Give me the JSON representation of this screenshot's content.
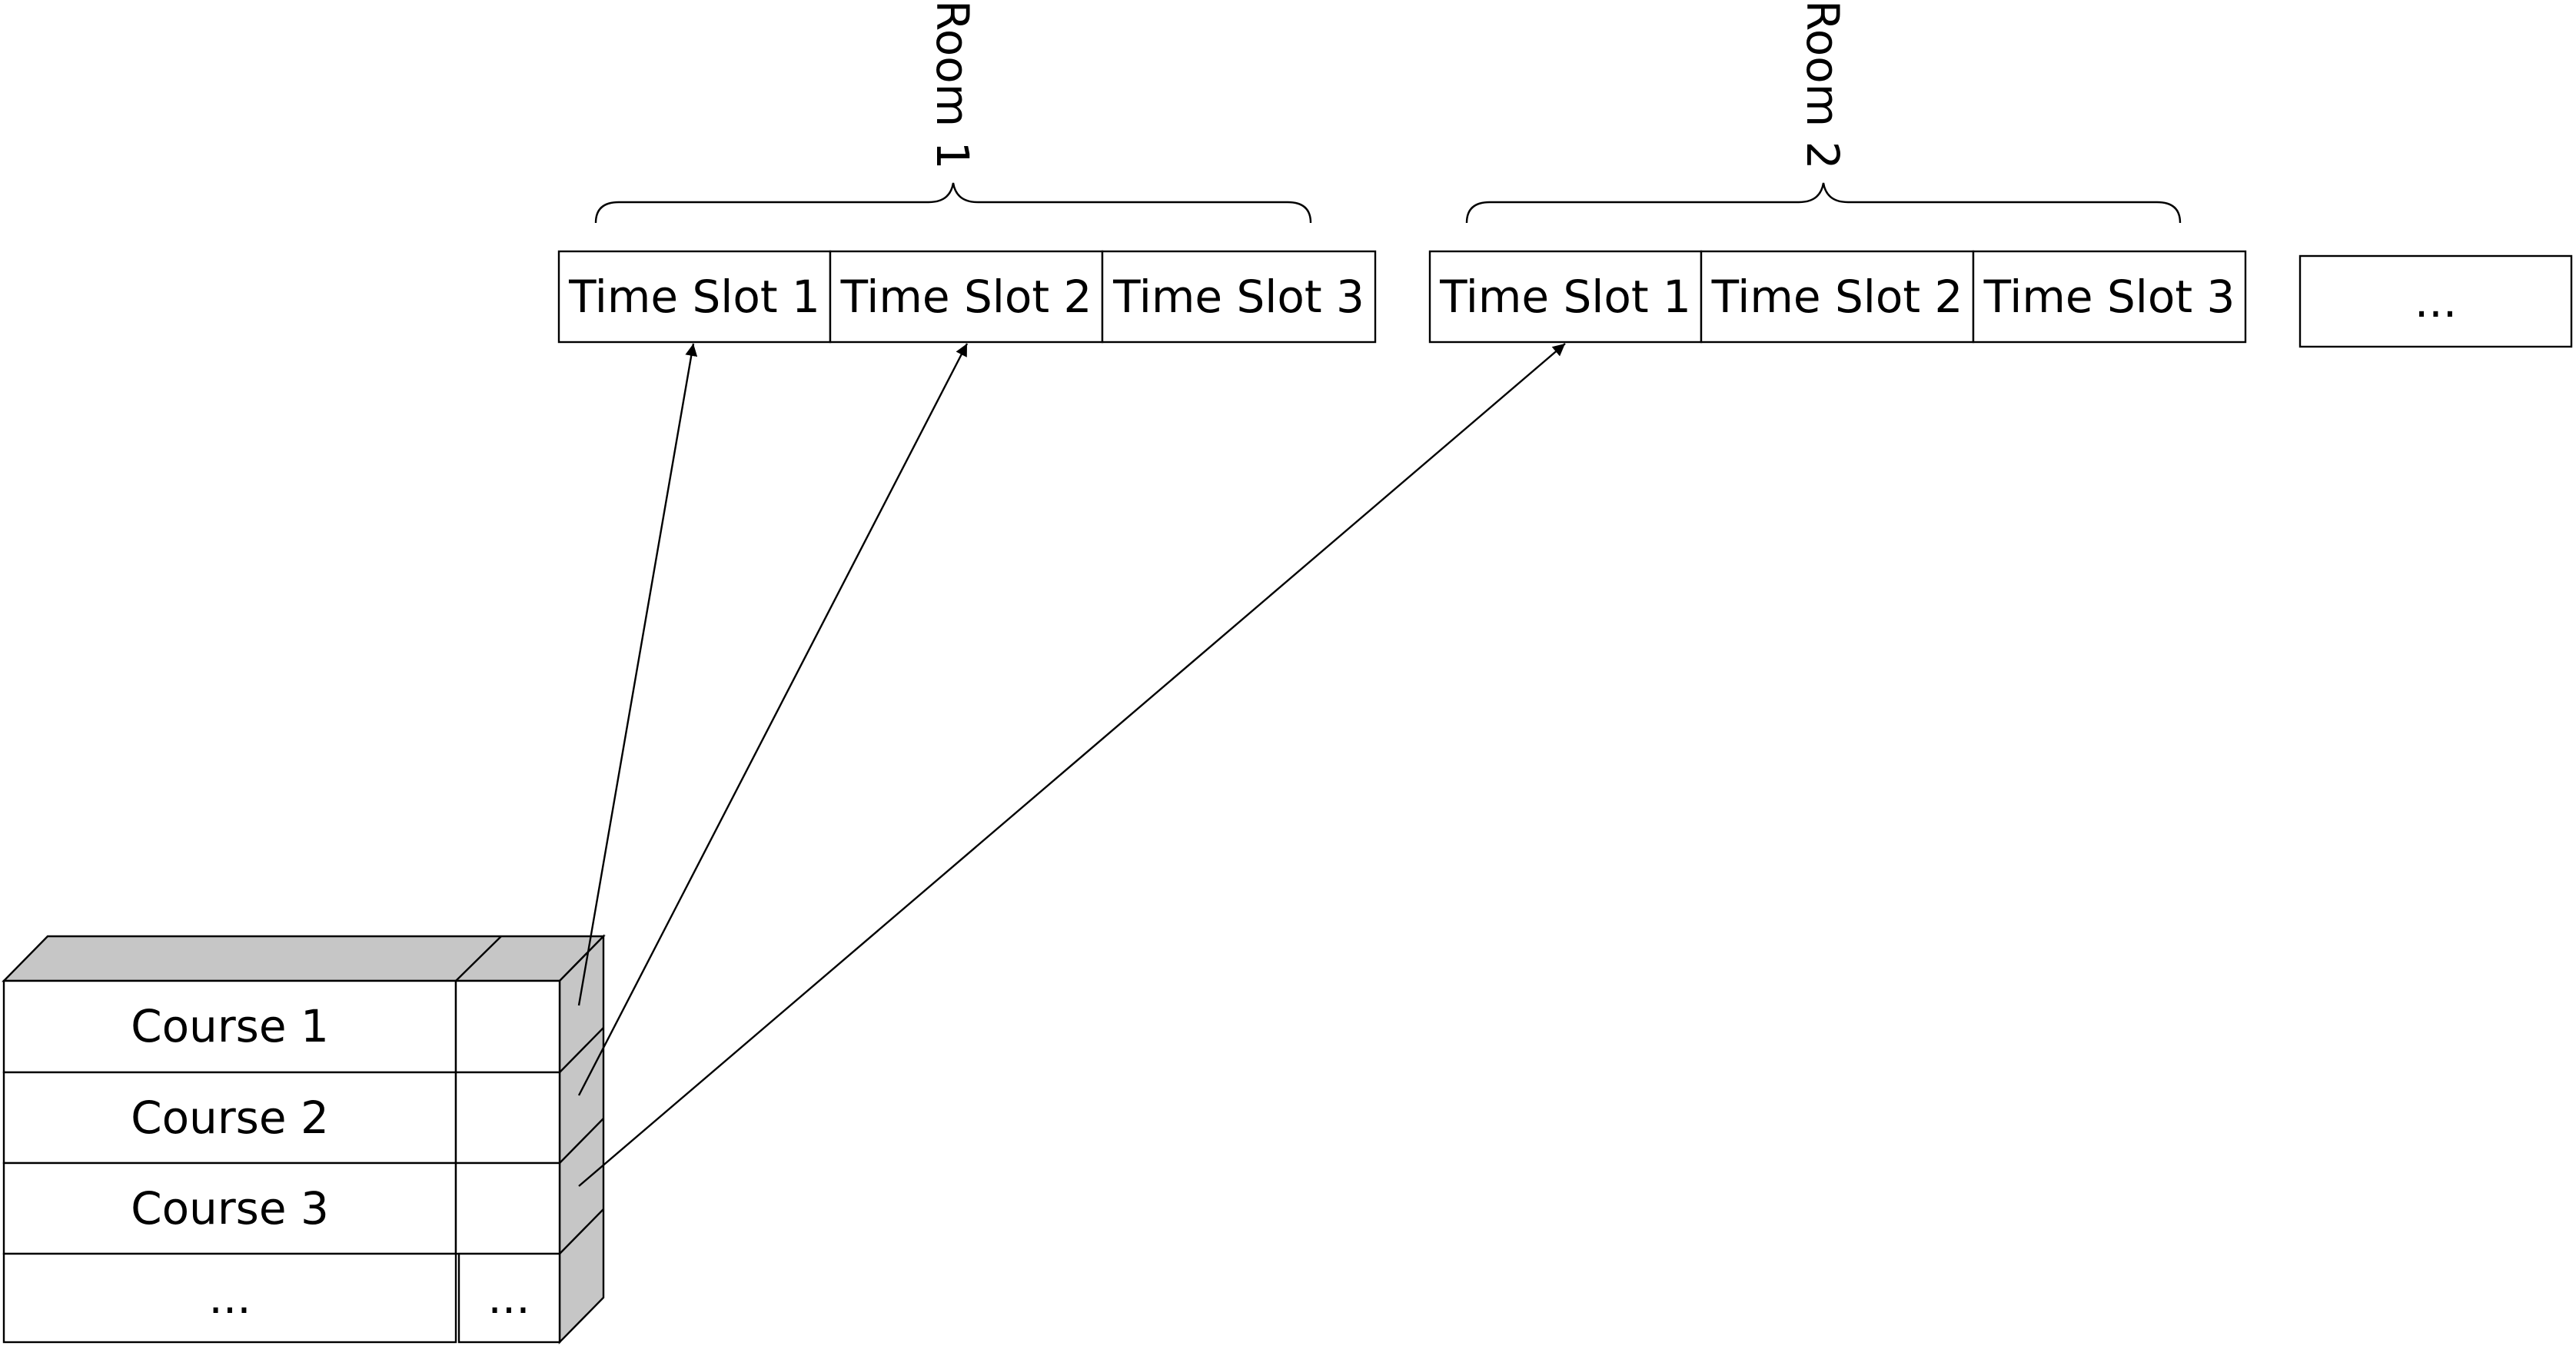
{
  "rooms": [
    {
      "label": "Room 1",
      "slots": [
        "Time Slot 1",
        "Time Slot 2",
        "Time Slot 3"
      ]
    },
    {
      "label": "Room 2",
      "slots": [
        "Time Slot 1",
        "Time Slot 2",
        "Time Slot 3"
      ]
    }
  ],
  "more_rooms": "...",
  "courses": [
    {
      "label": "Course 1"
    },
    {
      "label": "Course 2"
    },
    {
      "label": "Course 3"
    },
    {
      "label": "..."
    }
  ],
  "course_extra_more": "...",
  "assignments": [
    {
      "course": 0,
      "room": 0,
      "slot": 0
    },
    {
      "course": 1,
      "room": 0,
      "slot": 1
    },
    {
      "course": 2,
      "room": 1,
      "slot": 0
    }
  ]
}
